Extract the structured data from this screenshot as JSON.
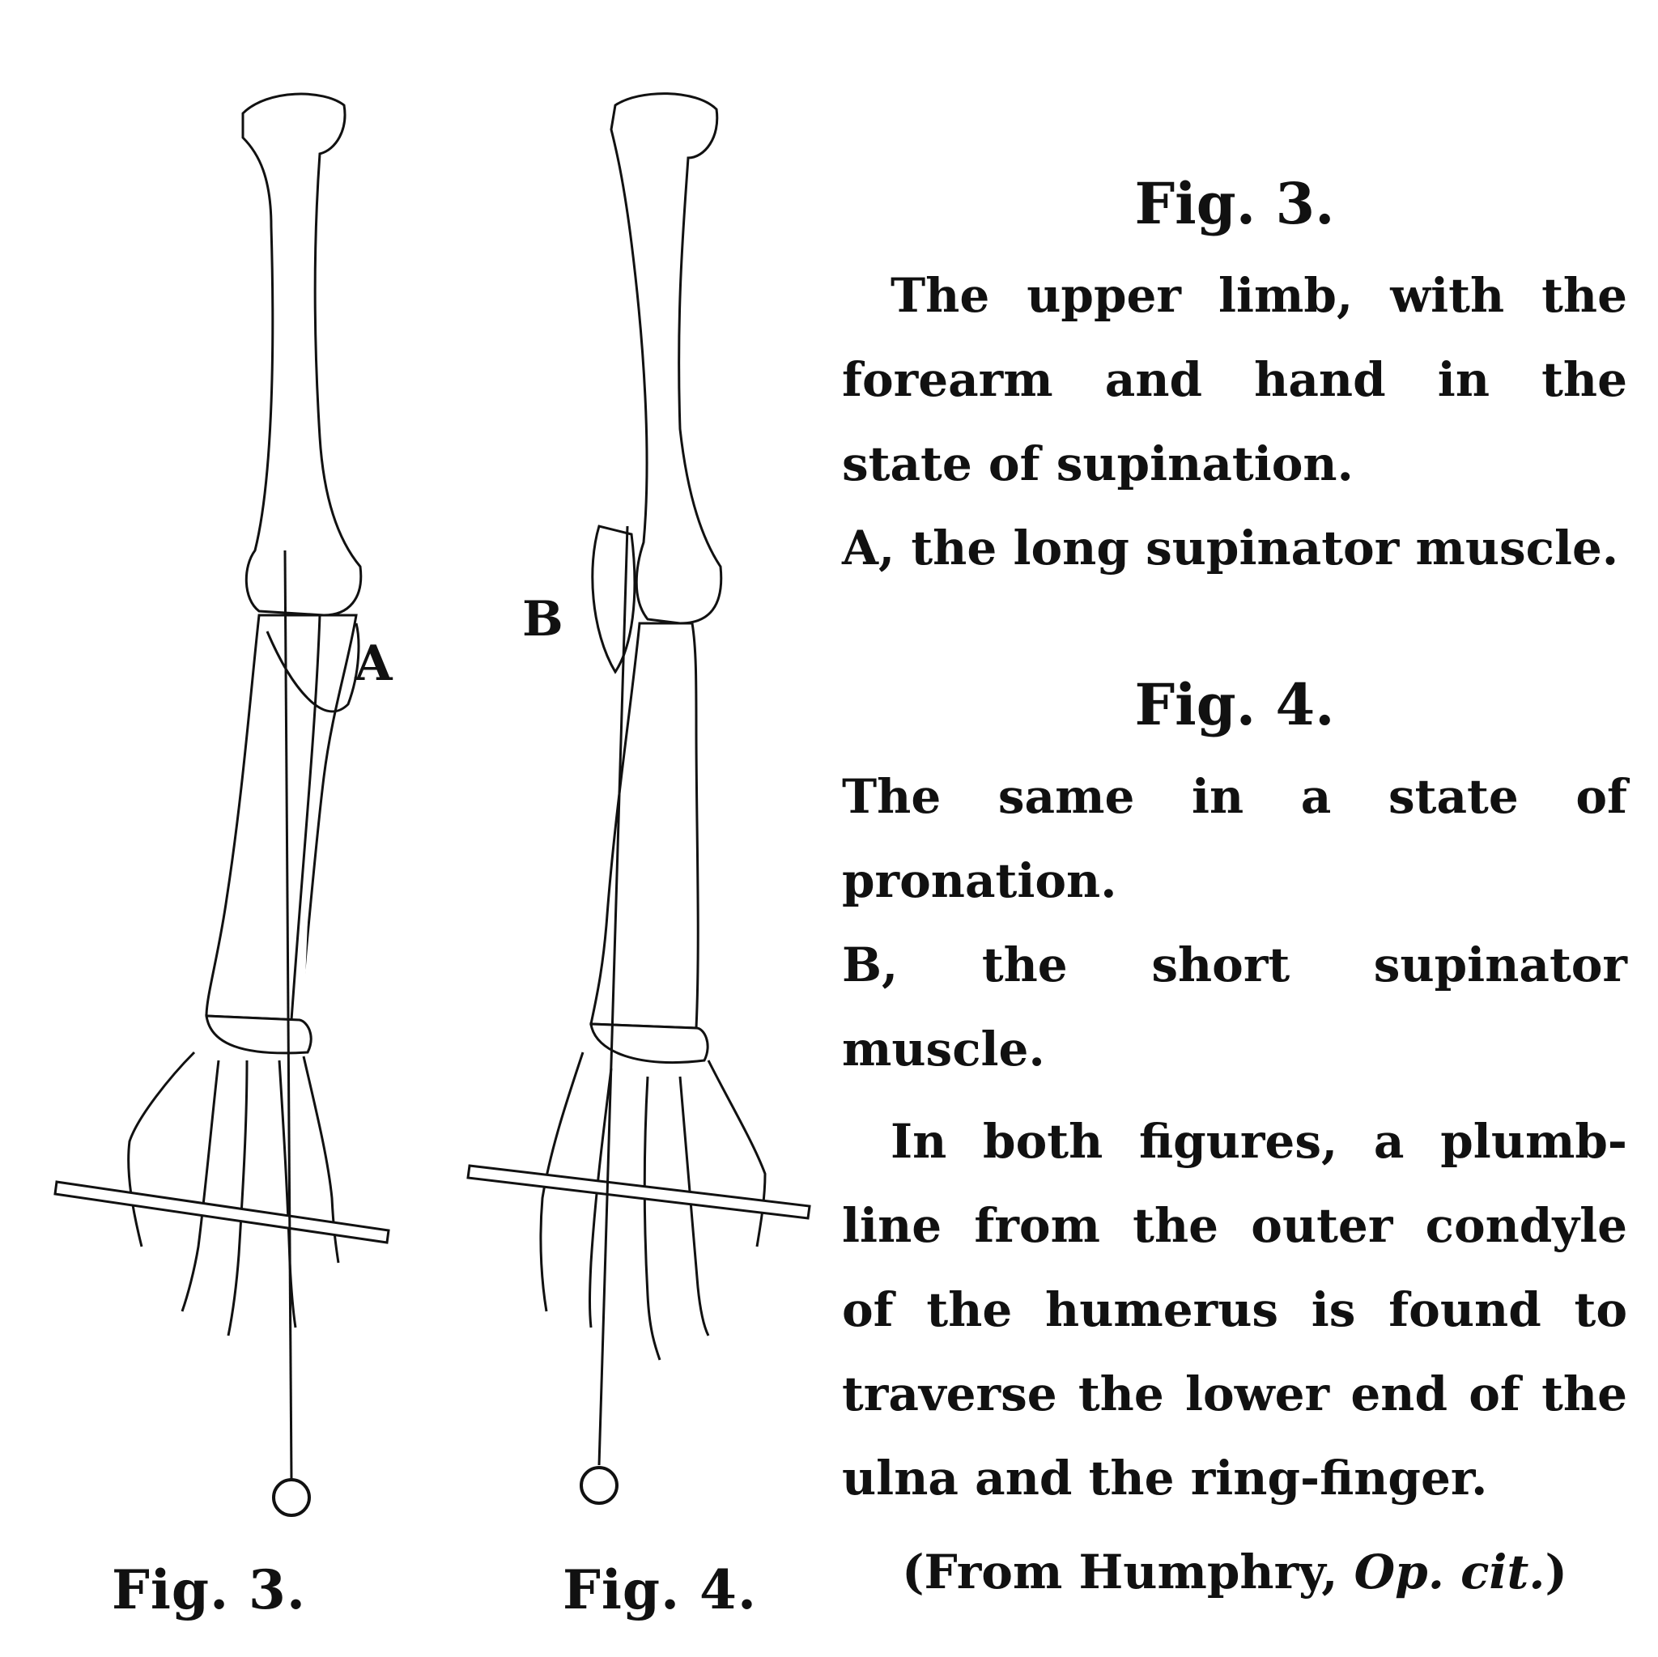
{
  "fig3": {
    "caption": "Fig. 3.",
    "label": "A",
    "heading": "Fig. 3.",
    "text1": "The upper limb, with the forearm and hand in the state of supination.",
    "text2": "A, the long supinator muscle."
  },
  "fig4": {
    "caption": "Fig. 4.",
    "label": "B",
    "heading": "Fig. 4.",
    "text1": "The same in a state of pronation.",
    "text2": "B, the short supinator muscle."
  },
  "body_text": "In both figures, a plumb-line from the outer condyle of the humerus is found to traverse the lower end of the ulna and the ring-finger.",
  "citation": {
    "prefix": "(From Humphry, ",
    "italic": "Op. cit.",
    "suffix": ")"
  }
}
